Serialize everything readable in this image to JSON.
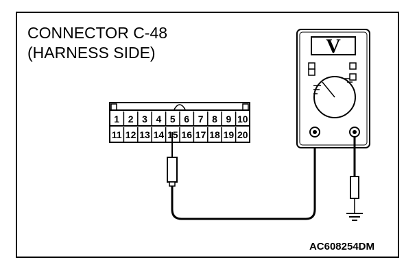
{
  "title_line1": "CONNECTOR C-48",
  "title_line2": "(HARNESS SIDE)",
  "connector": {
    "top_row": [
      "1",
      "2",
      "3",
      "4",
      "5",
      "6",
      "7",
      "8",
      "9",
      "10"
    ],
    "bottom_row": [
      "11",
      "12",
      "13",
      "14",
      "15",
      "16",
      "17",
      "18",
      "19",
      "20"
    ],
    "probed_pin": "15"
  },
  "meter": {
    "display_label": "V",
    "function": "voltage"
  },
  "ground_symbol": "ground-icon",
  "figure_code": "AC608254DM",
  "colors": {
    "line": "#000000",
    "background": "#ffffff"
  }
}
